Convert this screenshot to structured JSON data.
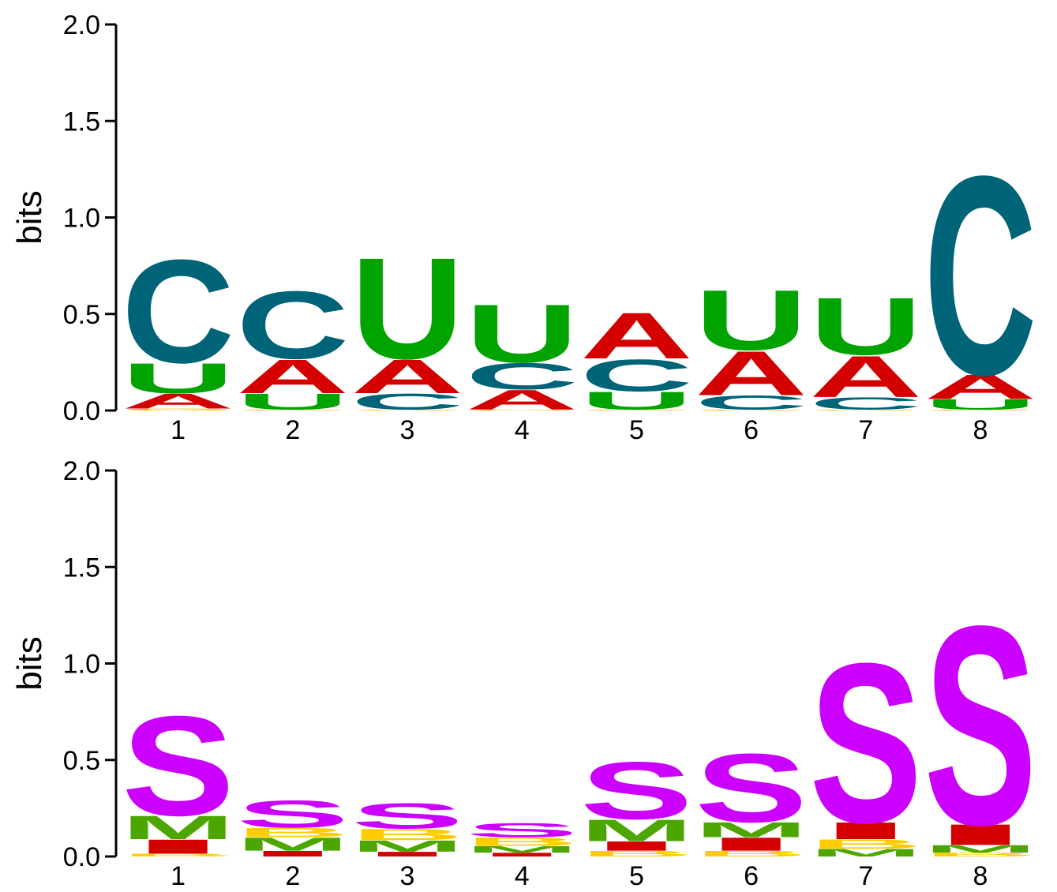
{
  "chart_data": [
    {
      "type": "sequence-logo",
      "ylabel": "bits",
      "ylim": [
        0,
        2.0
      ],
      "yticks": [
        "0.0",
        "0.5",
        "1.0",
        "1.5",
        "2.0"
      ],
      "positions": [
        "1",
        "2",
        "3",
        "4",
        "5",
        "6",
        "7",
        "8"
      ],
      "colors": {
        "A": "#d40000",
        "C": "#006479",
        "G": "#ffb300",
        "U": "#00a300"
      },
      "stacks": [
        [
          {
            "letter": "G",
            "bits": 0.01
          },
          {
            "letter": "A",
            "bits": 0.08
          },
          {
            "letter": "U",
            "bits": 0.16
          },
          {
            "letter": "C",
            "bits": 0.55
          }
        ],
        [
          {
            "letter": "G",
            "bits": 0.005
          },
          {
            "letter": "U",
            "bits": 0.085
          },
          {
            "letter": "A",
            "bits": 0.18
          },
          {
            "letter": "C",
            "bits": 0.36
          }
        ],
        [
          {
            "letter": "G",
            "bits": 0.005
          },
          {
            "letter": "C",
            "bits": 0.085
          },
          {
            "letter": "A",
            "bits": 0.18
          },
          {
            "letter": "U",
            "bits": 0.54
          }
        ],
        [
          {
            "letter": "G",
            "bits": 0.005
          },
          {
            "letter": "A",
            "bits": 0.105
          },
          {
            "letter": "C",
            "bits": 0.14
          },
          {
            "letter": "U",
            "bits": 0.31
          }
        ],
        [
          {
            "letter": "G",
            "bits": 0.005
          },
          {
            "letter": "U",
            "bits": 0.095
          },
          {
            "letter": "C",
            "bits": 0.17
          },
          {
            "letter": "A",
            "bits": 0.245
          }
        ],
        [
          {
            "letter": "G",
            "bits": 0.005
          },
          {
            "letter": "C",
            "bits": 0.075
          },
          {
            "letter": "A",
            "bits": 0.235
          },
          {
            "letter": "U",
            "bits": 0.32
          }
        ],
        [
          {
            "letter": "G",
            "bits": 0.005
          },
          {
            "letter": "C",
            "bits": 0.065
          },
          {
            "letter": "A",
            "bits": 0.22
          },
          {
            "letter": "U",
            "bits": 0.305
          }
        ],
        [
          {
            "letter": "G",
            "bits": 0.005
          },
          {
            "letter": "U",
            "bits": 0.055
          },
          {
            "letter": "A",
            "bits": 0.13
          },
          {
            "letter": "C",
            "bits": 1.06
          }
        ]
      ]
    },
    {
      "type": "sequence-logo",
      "ylabel": "bits",
      "ylim": [
        0,
        2.0
      ],
      "yticks": [
        "0.0",
        "0.5",
        "1.0",
        "1.5",
        "2.0"
      ],
      "positions": [
        "1",
        "2",
        "3",
        "4",
        "5",
        "6",
        "7",
        "8"
      ],
      "colors": {
        "S": "#cc00ff",
        "M": "#4da600",
        "I": "#d40000",
        "B": "#ffcc00",
        "H": "#d40000",
        "E": "#ffcc00",
        "T": "#4da600"
      },
      "stacks": [
        [
          {
            "letter": "B",
            "bits": 0.015
          },
          {
            "letter": "I",
            "bits": 0.075
          },
          {
            "letter": "M",
            "bits": 0.125
          },
          {
            "letter": "S",
            "bits": 0.53
          }
        ],
        [
          {
            "letter": "I",
            "bits": 0.03
          },
          {
            "letter": "M",
            "bits": 0.07
          },
          {
            "letter": "B",
            "bits": 0.05
          },
          {
            "letter": "S",
            "bits": 0.145
          }
        ],
        [
          {
            "letter": "I",
            "bits": 0.025
          },
          {
            "letter": "M",
            "bits": 0.06
          },
          {
            "letter": "B",
            "bits": 0.06
          },
          {
            "letter": "S",
            "bits": 0.135
          }
        ],
        [
          {
            "letter": "I",
            "bits": 0.02
          },
          {
            "letter": "M",
            "bits": 0.035
          },
          {
            "letter": "B",
            "bits": 0.045
          },
          {
            "letter": "S",
            "bits": 0.075
          }
        ],
        [
          {
            "letter": "B",
            "bits": 0.03
          },
          {
            "letter": "I",
            "bits": 0.05
          },
          {
            "letter": "M",
            "bits": 0.115
          },
          {
            "letter": "S",
            "bits": 0.305
          }
        ],
        [
          {
            "letter": "B",
            "bits": 0.03
          },
          {
            "letter": "I",
            "bits": 0.07
          },
          {
            "letter": "M",
            "bits": 0.08
          },
          {
            "letter": "S",
            "bits": 0.365
          }
        ],
        [
          {
            "letter": "M",
            "bits": 0.04
          },
          {
            "letter": "B",
            "bits": 0.05
          },
          {
            "letter": "I",
            "bits": 0.09
          },
          {
            "letter": "S",
            "bits": 0.85
          }
        ],
        [
          {
            "letter": "B",
            "bits": 0.02
          },
          {
            "letter": "M",
            "bits": 0.04
          },
          {
            "letter": "I",
            "bits": 0.11
          },
          {
            "letter": "S",
            "bits": 1.06
          }
        ]
      ]
    }
  ]
}
